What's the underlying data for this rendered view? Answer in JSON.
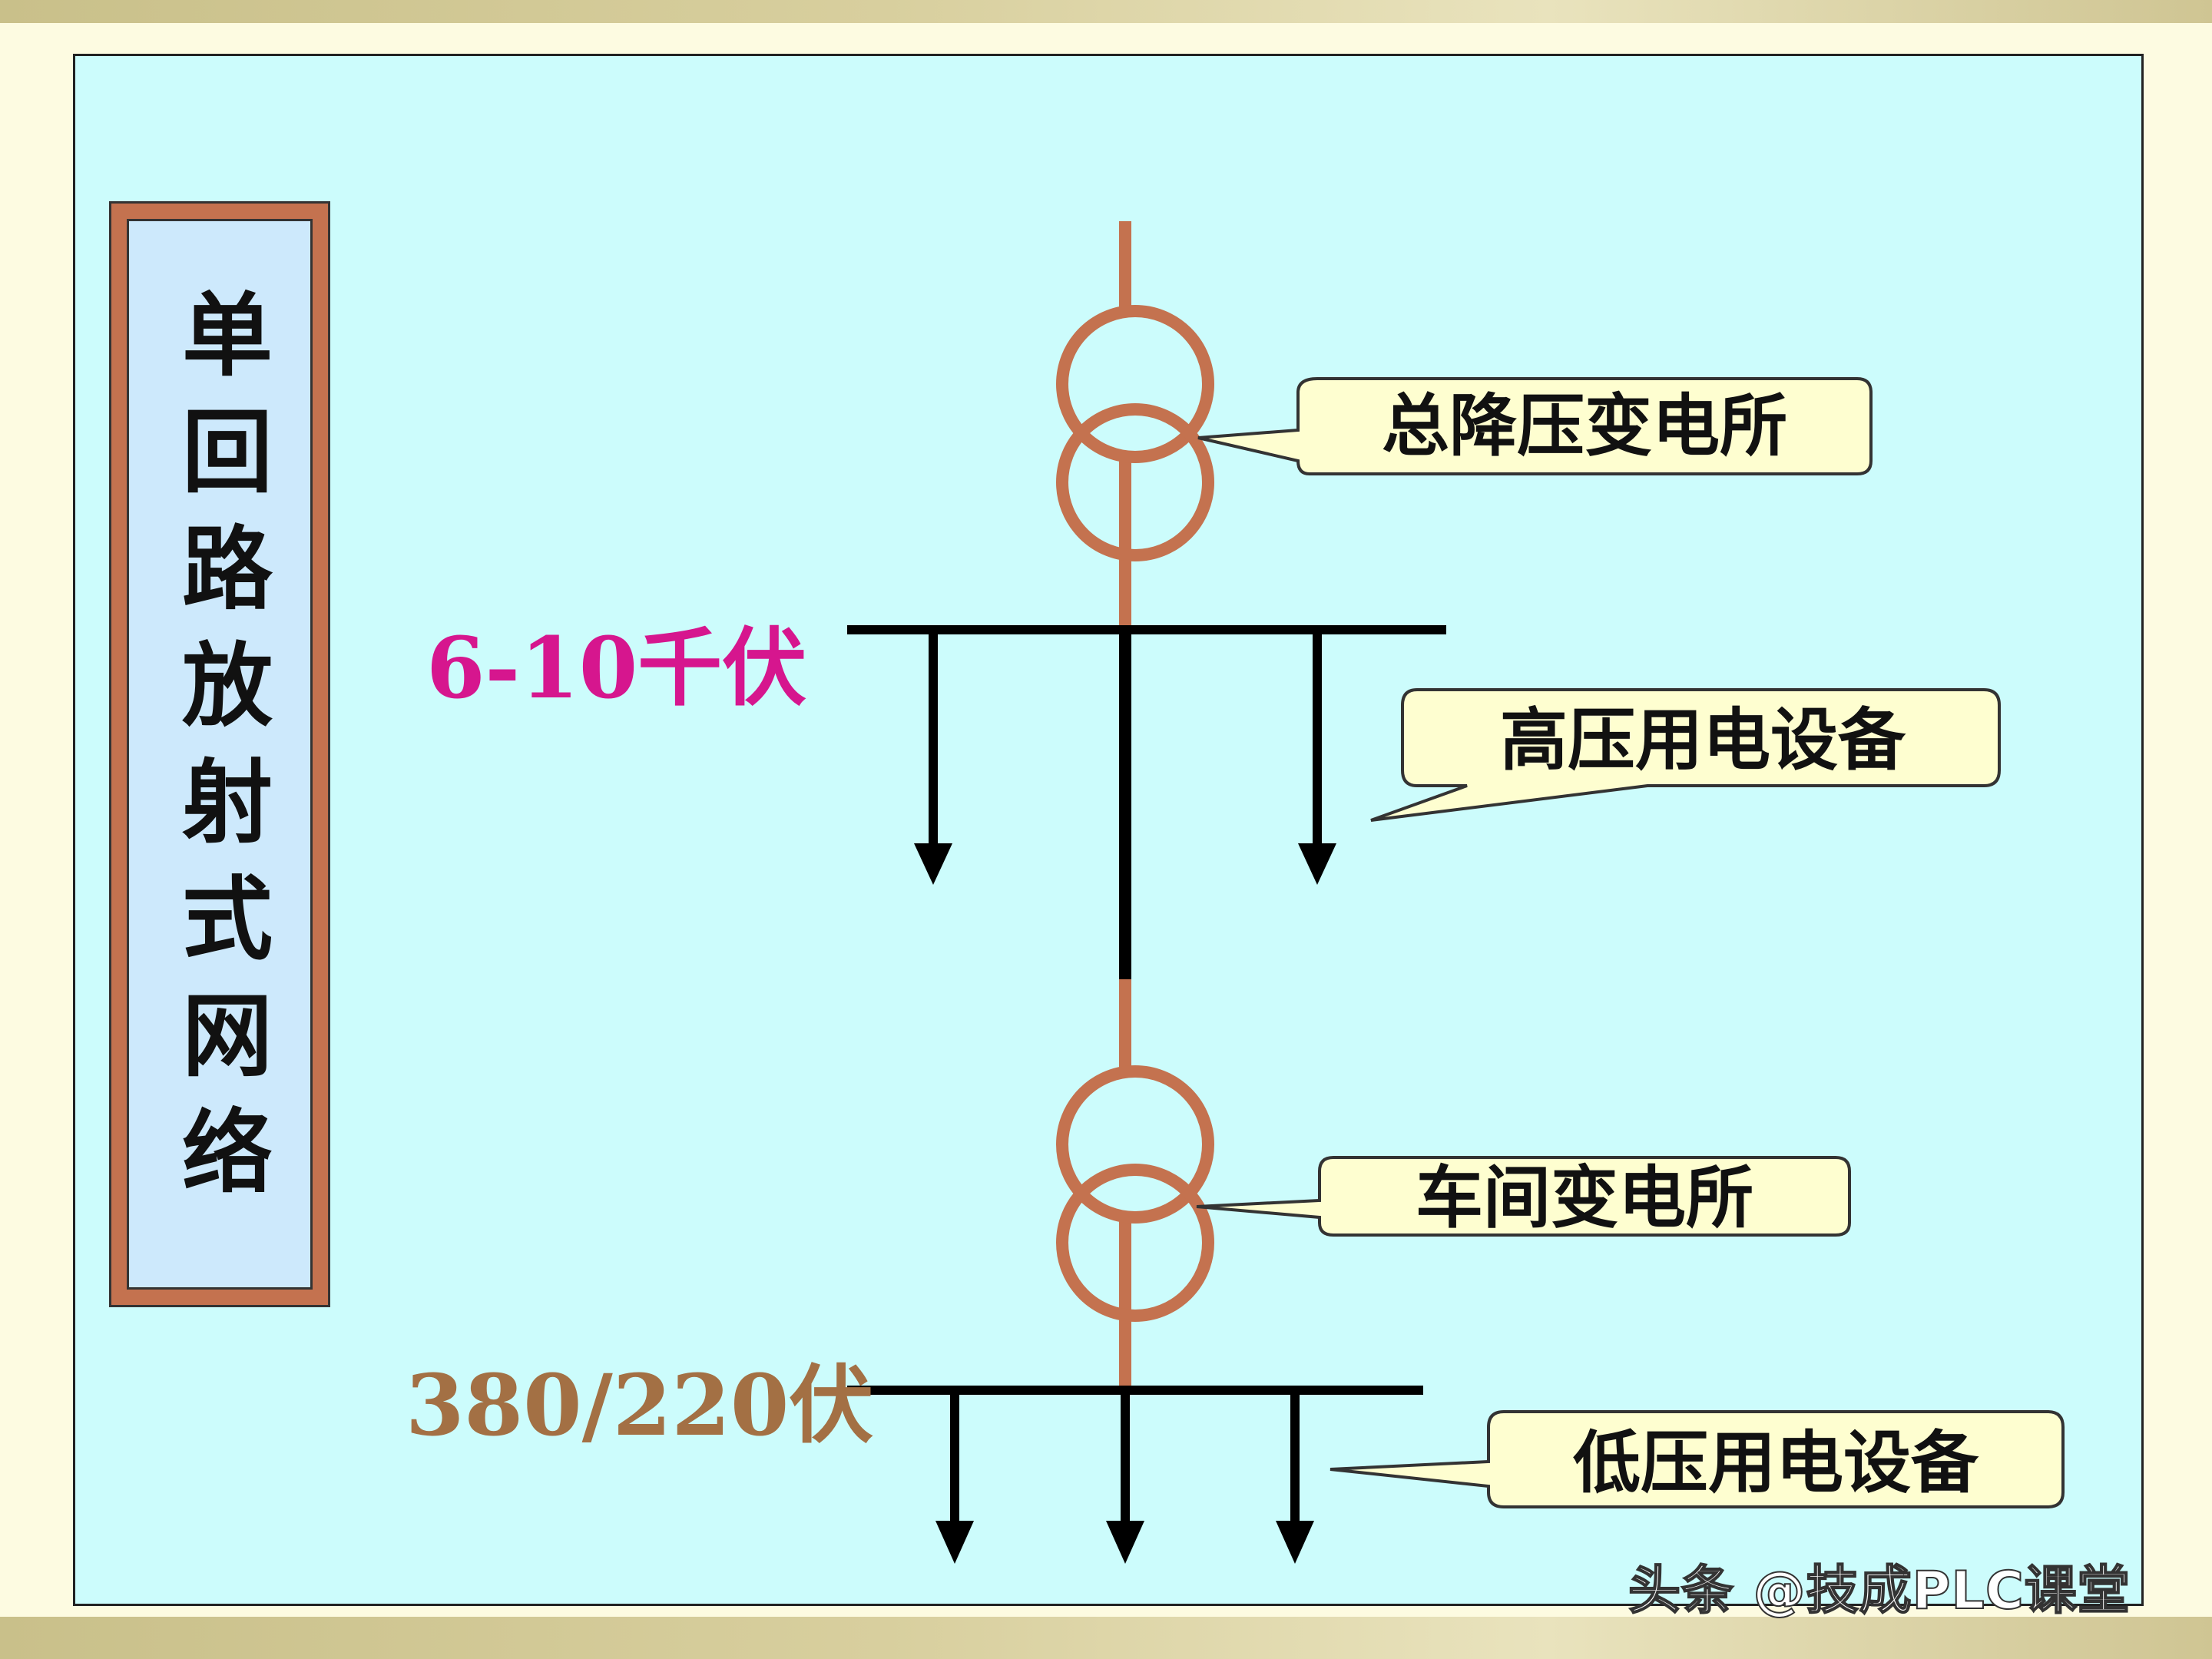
{
  "title": "单回路放射式网络",
  "labels": {
    "high_voltage_level": "6-10千伏",
    "low_voltage_level": "380/220伏"
  },
  "callouts": {
    "main_substation": "总降压变电所",
    "hv_equipment": "高压用电设备",
    "workshop_substation": "车间变电所",
    "lv_equipment": "低压用电设备"
  },
  "watermark": "头条 @技成PLC课堂",
  "colors": {
    "panel": "#ccfcfc",
    "transformer": "#c4724f",
    "high_voltage_label": "#d6168e",
    "low_voltage_label": "#a37044",
    "callout_fill": "#fefed0",
    "bus": "#000000"
  },
  "icons": [
    "transformer-icon",
    "arrow-down-icon"
  ]
}
